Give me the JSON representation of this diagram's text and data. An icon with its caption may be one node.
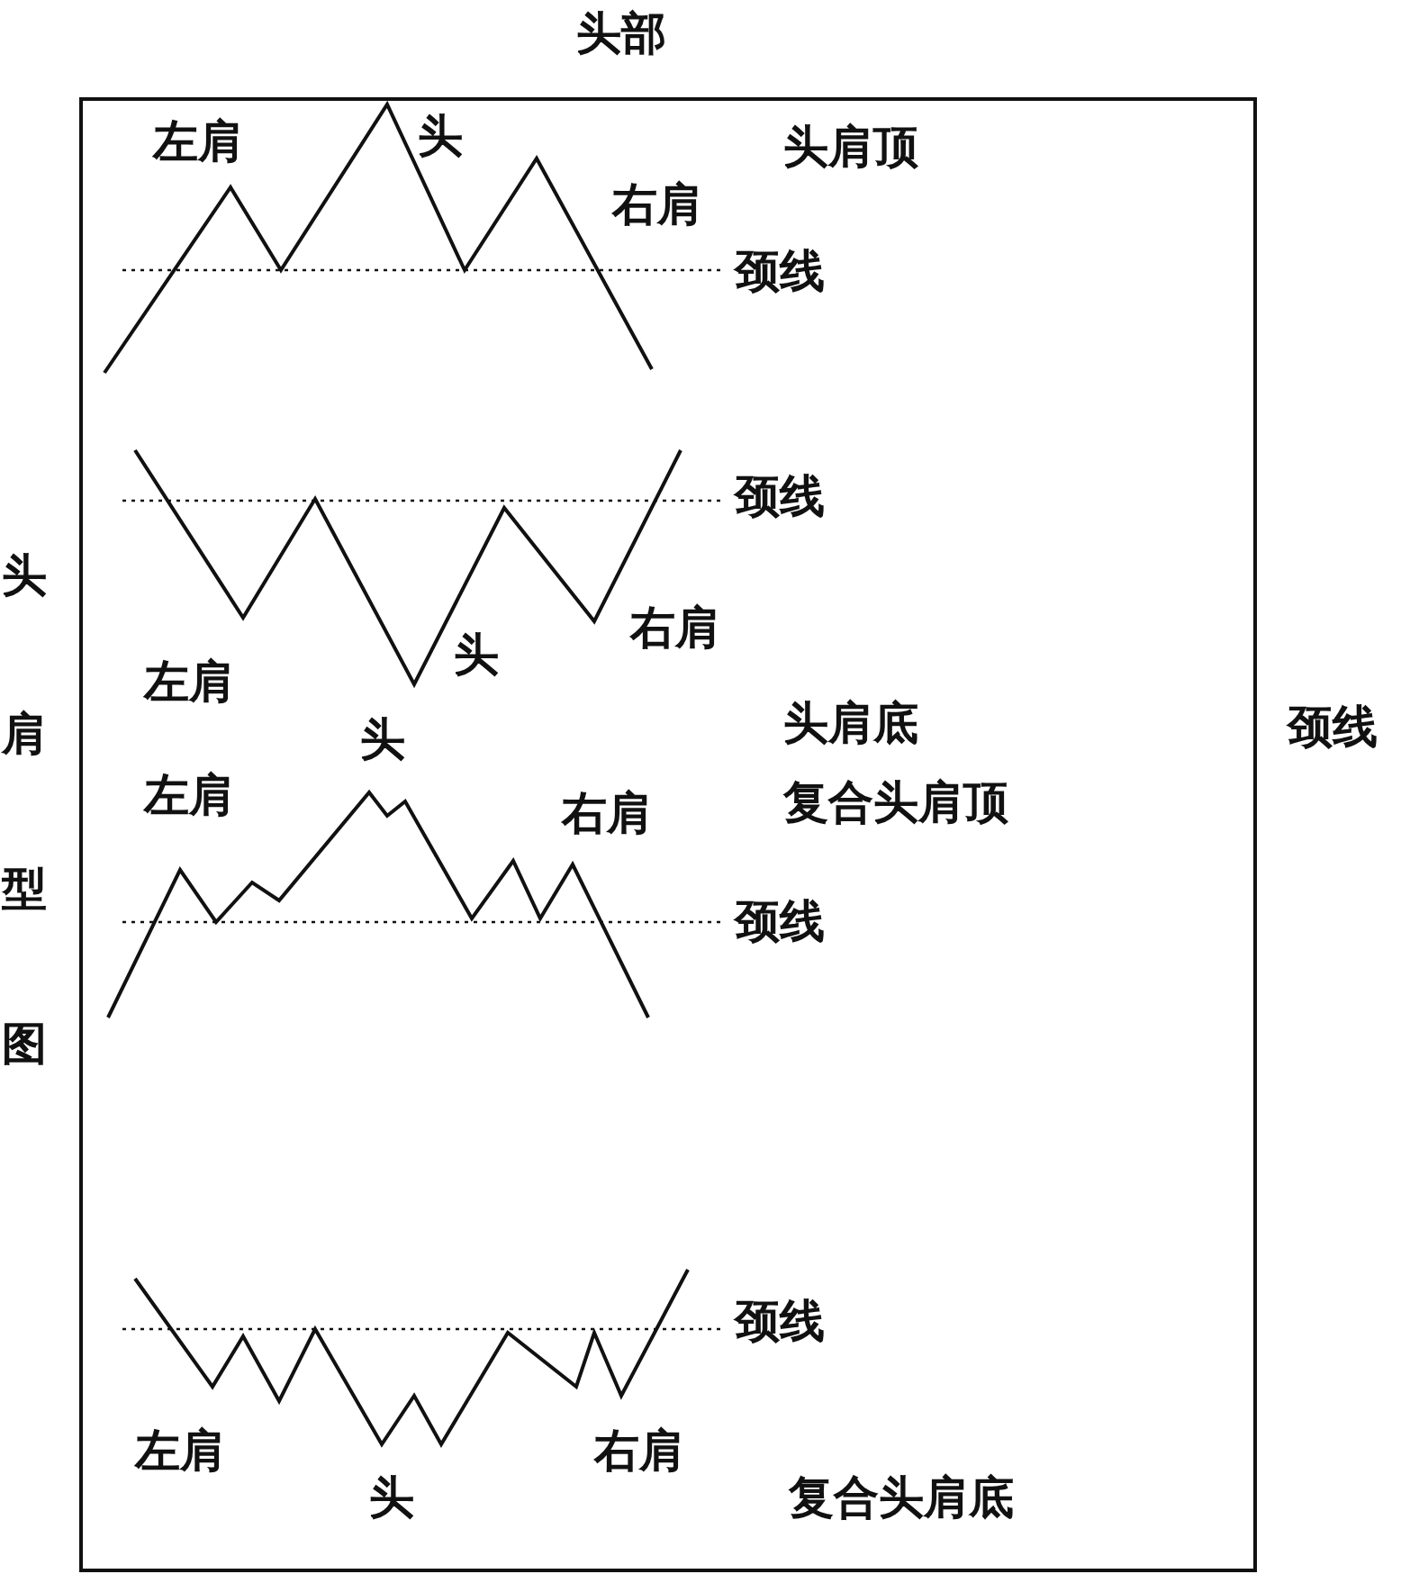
{
  "diagram": {
    "labels": [
      "头部",
      "左肩",
      "头",
      "头肩顶",
      "右肩",
      "颈线",
      "头肩型图",
      "颈线",
      "右肩",
      "左肩",
      "头",
      "头",
      "头肩底",
      "颈线",
      "左肩",
      "右肩",
      "复合头肩顶",
      "颈线",
      "颈线",
      "左肩",
      "右肩",
      "头",
      "复合头肩底"
    ]
  }
}
